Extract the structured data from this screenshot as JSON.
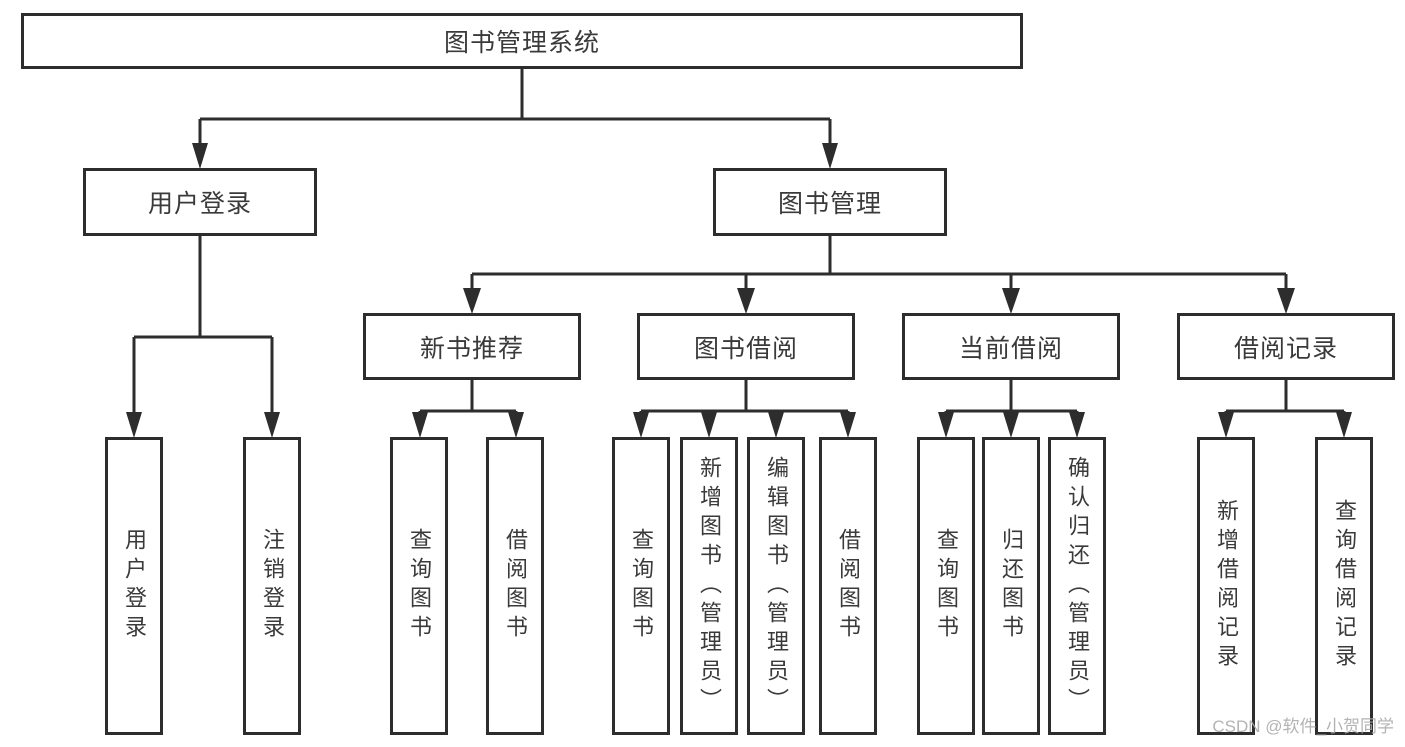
{
  "tree": {
    "root": {
      "label": "图书管理系统"
    },
    "branches": [
      {
        "label": "用户登录",
        "children": [
          {
            "label": "用户登录"
          },
          {
            "label": "注销登录"
          }
        ]
      },
      {
        "label": "图书管理",
        "children": [
          {
            "label": "新书推荐",
            "children": [
              {
                "label": "查询图书"
              },
              {
                "label": "借阅图书"
              }
            ]
          },
          {
            "label": "图书借阅",
            "children": [
              {
                "label": "查询图书"
              },
              {
                "label": "新增图书（管理员）"
              },
              {
                "label": "编辑图书（管理员）"
              },
              {
                "label": "借阅图书"
              }
            ]
          },
          {
            "label": "当前借阅",
            "children": [
              {
                "label": "查询图书"
              },
              {
                "label": "归还图书"
              },
              {
                "label": "确认归还（管理员）"
              }
            ]
          },
          {
            "label": "借阅记录",
            "children": [
              {
                "label": "新增借阅记录"
              },
              {
                "label": "查询借阅记录"
              }
            ]
          }
        ]
      }
    ]
  },
  "watermark": {
    "text": "CSDN @软件_小贺同学"
  },
  "colors": {
    "line": "#2d2d2d",
    "text": "#3a3a3a",
    "watermark": "#a9a9a9"
  }
}
